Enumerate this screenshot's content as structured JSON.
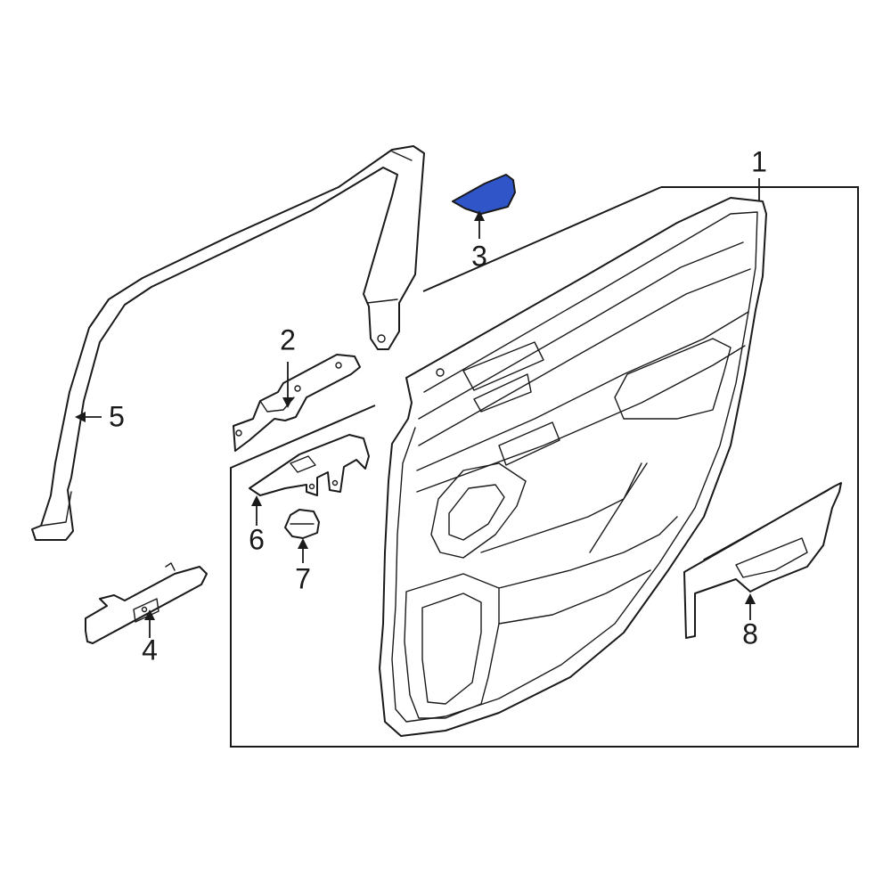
{
  "diagram": {
    "highlight_color": "#2f55c9",
    "line_color": "#1a1a1a",
    "background": "#ffffff",
    "callouts": [
      {
        "label": "1",
        "part": "door-trim-panel"
      },
      {
        "label": "2",
        "part": "bracket"
      },
      {
        "label": "3",
        "part": "trim-cover-highlighted"
      },
      {
        "label": "4",
        "part": "switch-bezel"
      },
      {
        "label": "5",
        "part": "window-frame-molding"
      },
      {
        "label": "6",
        "part": "switch-panel"
      },
      {
        "label": "7",
        "part": "switch"
      },
      {
        "label": "8",
        "part": "map-pocket-trim"
      }
    ]
  }
}
